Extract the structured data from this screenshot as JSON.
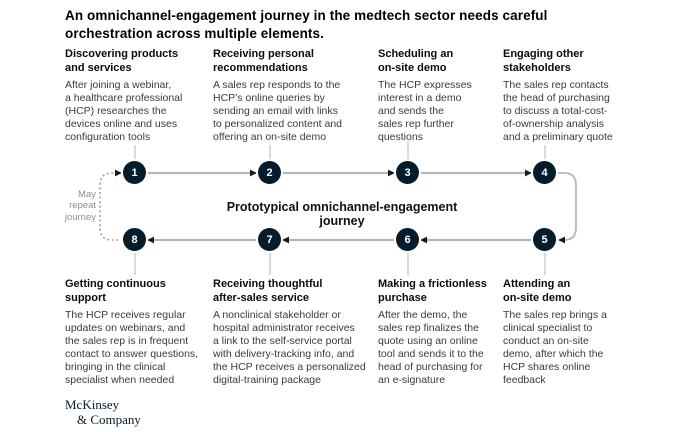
{
  "title": "An omnichannel-engagement journey in the medtech sector needs careful\norchestration across multiple elements.",
  "journey": {
    "center_label": "Prototypical omnichannel-engagement journey",
    "repeat_label": "May\nrepeat\njourney",
    "steps": [
      {
        "number": "1",
        "title": "Discovering products\nand services",
        "description": "After joining a webinar,\na healthcare professional\n(HCP) researches the\ndevices online and uses\nconfiguration tools"
      },
      {
        "number": "2",
        "title": "Receiving personal\nrecommendations",
        "description": "A sales rep responds to the\nHCP’s online queries by\nsending an email with links\nto personalized content and\noffering an on-site demo"
      },
      {
        "number": "3",
        "title": "Scheduling an\non-site demo",
        "description": "The HCP expresses\ninterest in a demo\nand sends the\nsales rep further\nquestions"
      },
      {
        "number": "4",
        "title": "Engaging other\nstakeholders",
        "description": "The sales rep contacts\nthe head of purchasing\nto discuss a total-cost-\nof-ownership analysis\nand a preliminary quote"
      },
      {
        "number": "5",
        "title": "Attending an\non-site demo",
        "description": "The sales rep brings a\nclinical specialist to\nconduct an on-site\ndemo, after which the\nHCP shares online\nfeedback"
      },
      {
        "number": "6",
        "title": "Making a frictionless\npurchase",
        "description": "After the demo, the\nsales rep finalizes the\nquote using an online\ntool and sends it to the\nhead of purchasing for\nan e-signature"
      },
      {
        "number": "7",
        "title": "Receiving thoughtful\nafter-sales service",
        "description": "A nonclinical stakeholder or\nhospital administrator receives\na link to the self-service portal\nwith delivery-tracking info, and\nthe HCP receives a personalized\ndigital-training package"
      },
      {
        "number": "8",
        "title": "Getting continuous\nsupport",
        "description": "The HCP receives regular\nupdates on webinars, and\nthe sales rep is in frequent\ncontact to answer questions,\nbringing in the clinical\nspecialist when needed"
      }
    ]
  },
  "colors": {
    "circle": "#051c2c",
    "line": "#b4b7b9",
    "arrow": "#1a1a1a",
    "body_text": "#3b3b3b",
    "repeat_text": "#8b8e90"
  },
  "logo": {
    "line1": "McKinsey",
    "line2": "& Company"
  }
}
